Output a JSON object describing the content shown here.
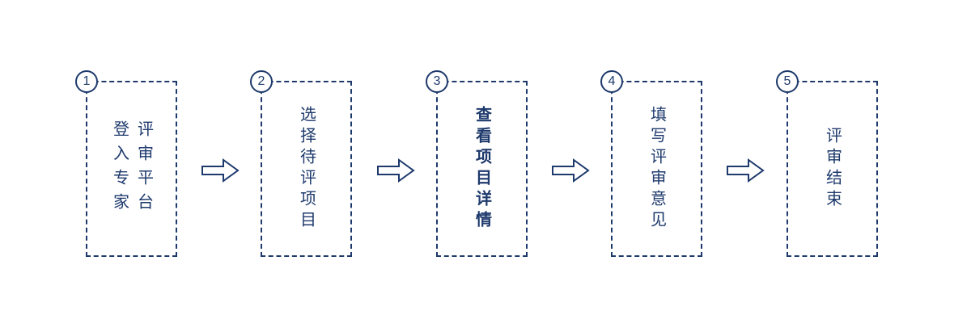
{
  "diagram": {
    "accent_color": "#1e3a6c",
    "background_color": "#ffffff",
    "connector": "hollow-right-arrow",
    "steps": [
      {
        "number": "1",
        "lines": [
          "登入专家",
          "评审平台"
        ]
      },
      {
        "number": "2",
        "lines": [
          "选择待评项目"
        ]
      },
      {
        "number": "3",
        "lines": [
          "查看项目详情"
        ],
        "emphasis": true
      },
      {
        "number": "4",
        "lines": [
          "填写评审意见"
        ]
      },
      {
        "number": "5",
        "lines": [
          "评审结束"
        ]
      }
    ]
  }
}
